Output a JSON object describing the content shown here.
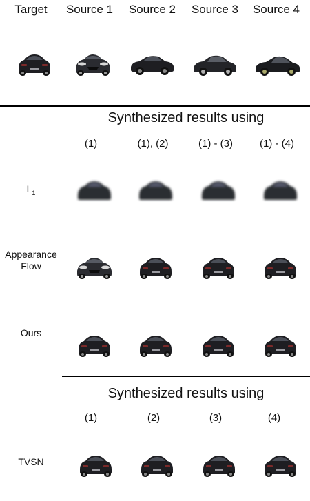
{
  "header": {
    "columns": [
      "Target",
      "Source 1",
      "Source 2",
      "Source 3",
      "Source 4"
    ]
  },
  "section1": {
    "title": "Synthesized results using",
    "columns": [
      "(1)",
      "(1), (2)",
      "(1) - (3)",
      "(1) - (4)"
    ],
    "rows": [
      {
        "label_main": "L",
        "label_sub": "1"
      },
      {
        "label_main": "Appearance",
        "label_line2": "Flow"
      },
      {
        "label_main": "Ours"
      }
    ]
  },
  "section2": {
    "title": "Synthesized results using",
    "columns": [
      "(1)",
      "(2)",
      "(3)",
      "(4)"
    ],
    "row_label": "TVSN"
  },
  "colors": {
    "car_body": "#1e1e22",
    "car_blurry": "#2c2d33",
    "rule": "#000000",
    "background": "#ffffff"
  }
}
